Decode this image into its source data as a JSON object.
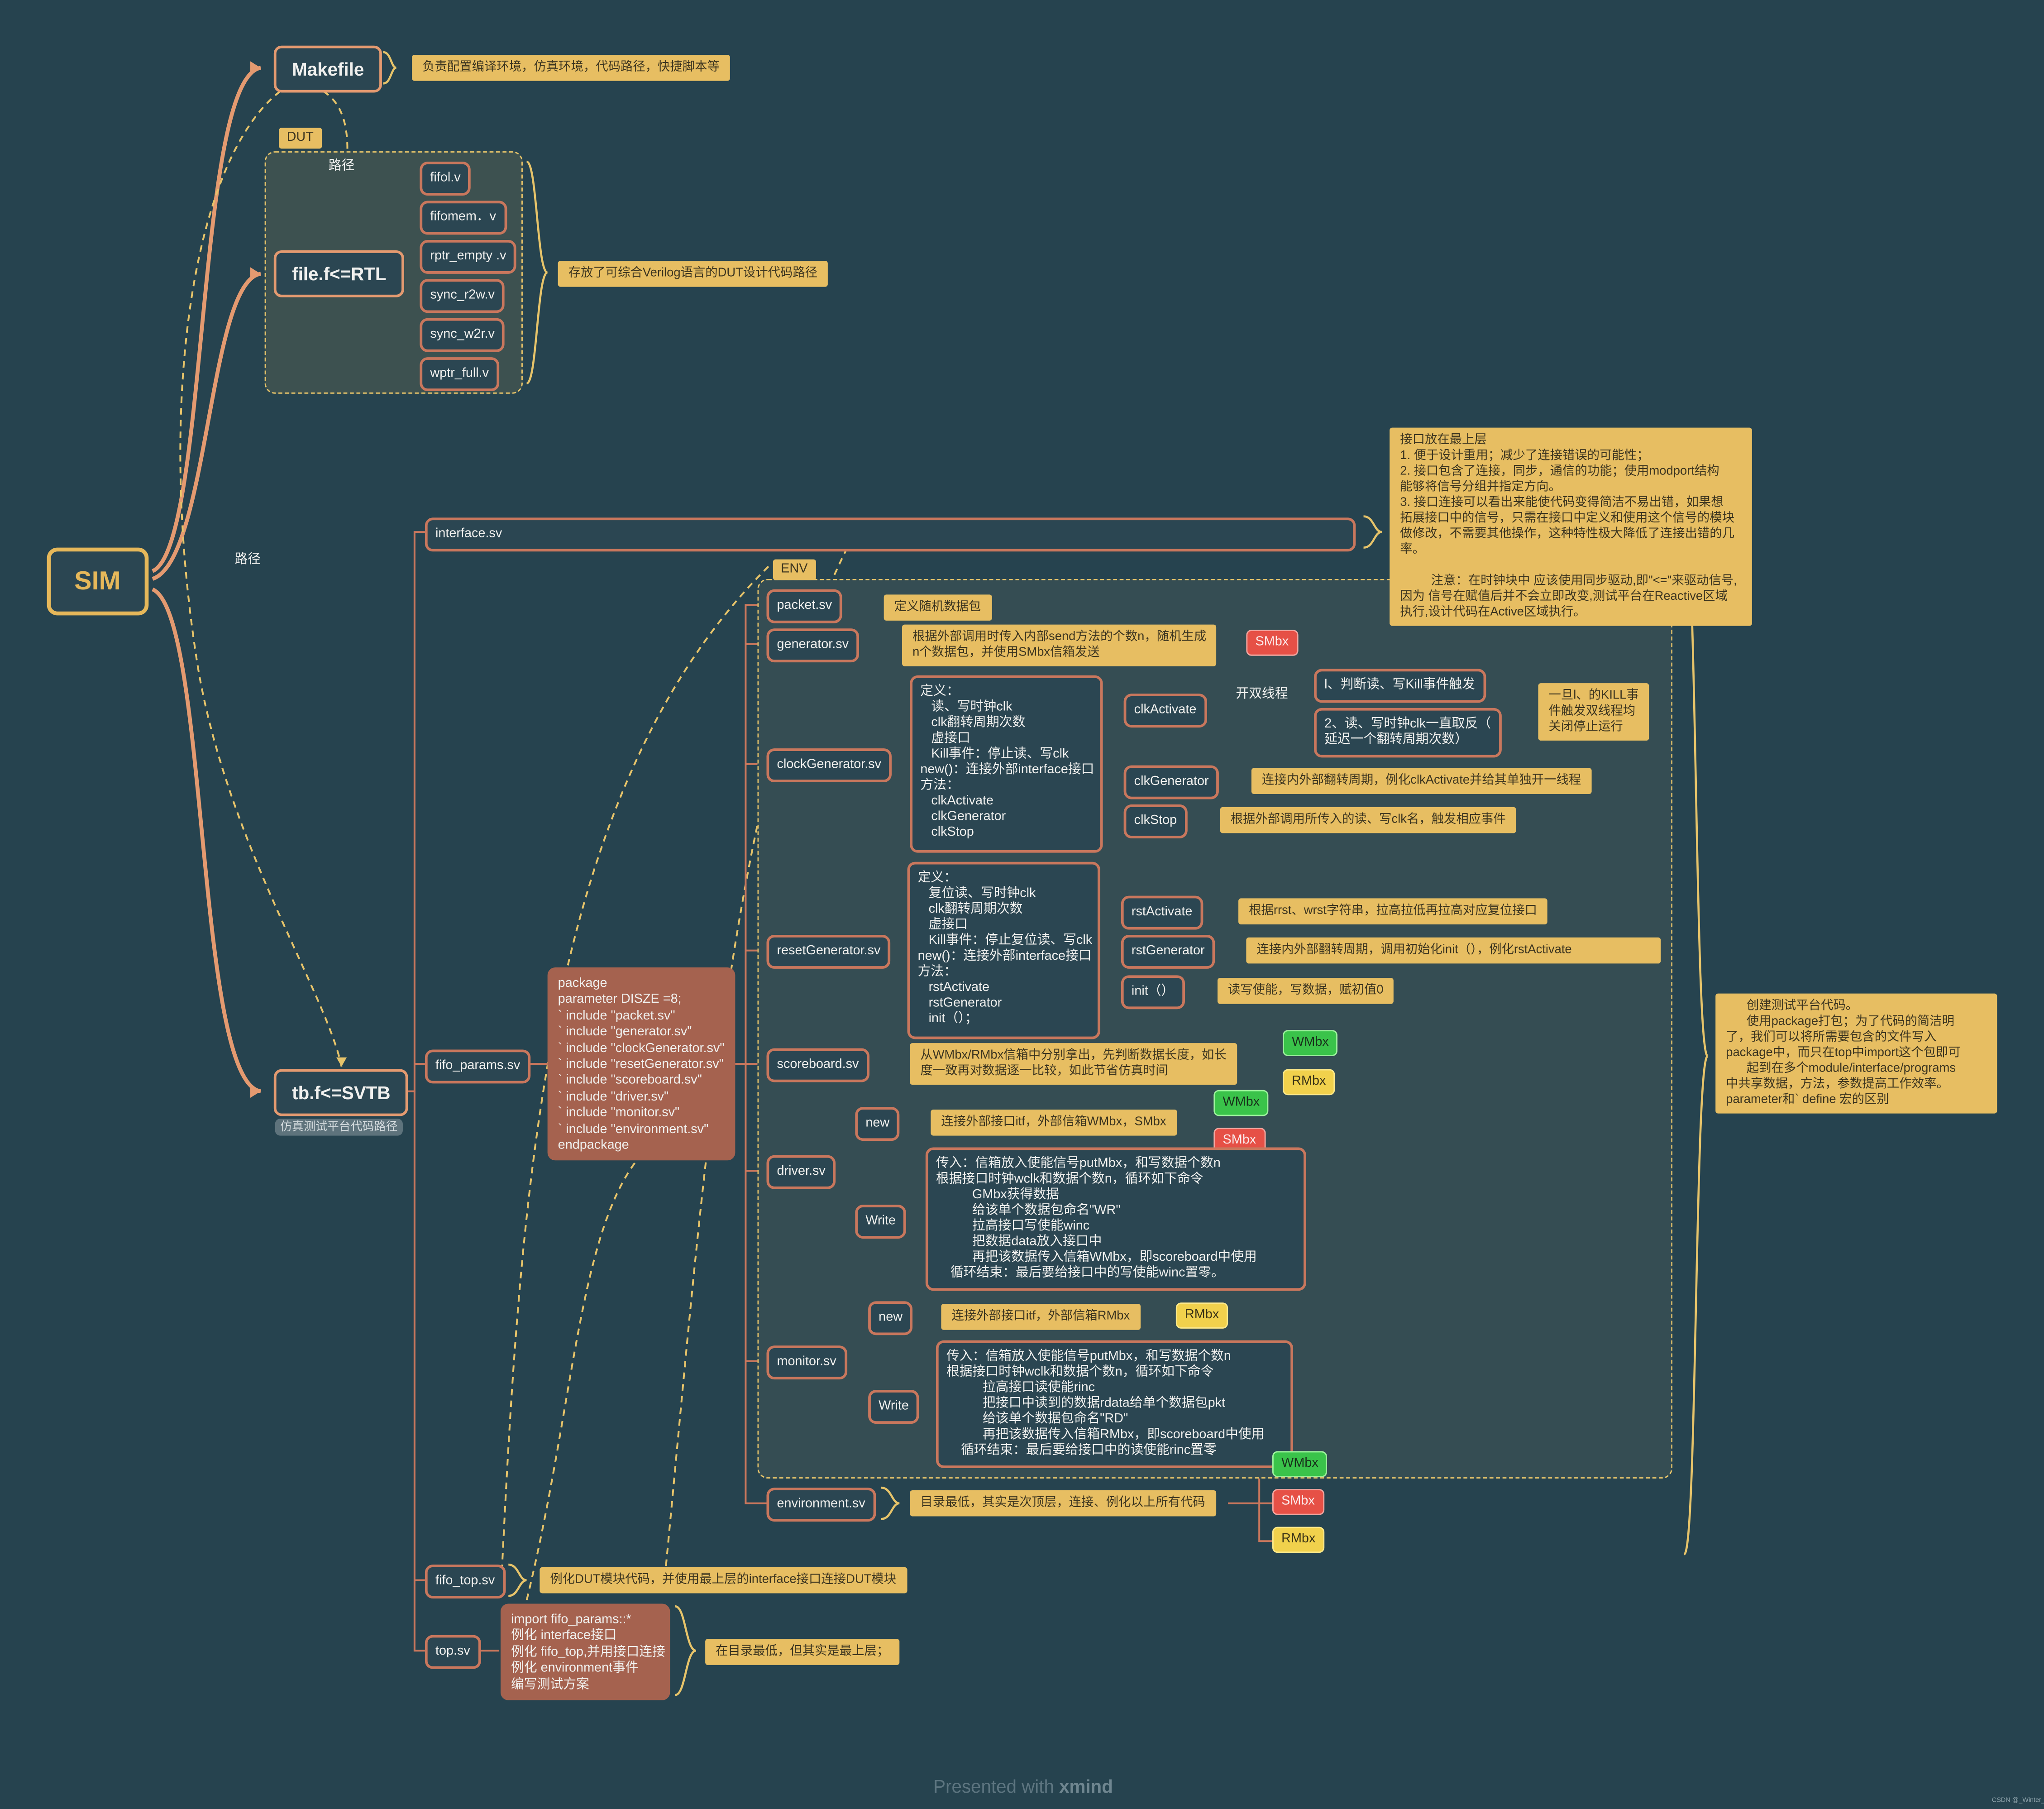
{
  "root": "SIM",
  "makefile": {
    "label": "Makefile",
    "note": "负责配置编译环境，仿真环境，代码路径，快捷脚本等"
  },
  "dut": {
    "tag": "DUT",
    "path_label": "路径",
    "file": "file.f<=RTL",
    "files": [
      "fifol.v",
      "fifomem．v",
      "rptr_empty .v",
      "sync_r2w.v",
      "sync_w2r.v",
      "wptr_full.v"
    ],
    "note": "存放了可综合Verilog语言的DUT设计代码路径"
  },
  "path_label_left": "路径",
  "tb": {
    "label": "tb.f<=SVTB",
    "caption": "仿真测试平台代码路径"
  },
  "interface": {
    "label": "interface.sv",
    "note": "接口放在最上层\n1. 便于设计重用；减少了连接错误的可能性；\n2. 接口包含了连接，同步，通信的功能；使用modport结构\n能够将信号分组并指定方向。\n3. 接口连接可以看出来能使代码变得简洁不易出错，如果想\n拓展接口中的信号，只需在接口中定义和使用这个信号的模块\n做修改，不需要其他操作，这种特性极大降低了连接出错的几\n率。\n\n         注意：在时钟块中 应该使用同步驱动,即\"<=\"来驱动信号,\n因为 信号在赋值后并不会立即改变,测试平台在Reactive区域\n执行,设计代码在Active区域执行。"
  },
  "fifo_params": {
    "label": "fifo_params.sv",
    "package": "package\nparameter DISZE =8;\n` include \"packet.sv\"\n` include \"generator.sv\"\n` include \"clockGenerator.sv\"\n` include \"resetGenerator.sv\"\n` include \"scoreboard.sv\"\n` include \"driver.sv\"\n` include \"monitor.sv\"\n` include \"environment.sv\"\nendpackage"
  },
  "env_tag": "ENV",
  "packet": {
    "label": "packet.sv",
    "note": "定义随机数据包"
  },
  "generator": {
    "label": "generator.sv",
    "note": "根据外部调用时传入内部send方法的个数n，随机生成\nn个数据包，并使用SMbx信箱发送",
    "mbx": "SMbx"
  },
  "clockgen": {
    "label": "clockGenerator.sv",
    "def": "定义：\n   读、写时钟clk\n   clk翻转周期次数\n   虚接口\n   Kill事件：停止读、写clk\nnew()：连接外部interface接口\n方法：\n   clkActivate\n   clkGenerator\n   clkStop",
    "clkActivate": "clkActivate",
    "thread_label": "开双线程",
    "thread1": "l、判断读、写Kill事件触发",
    "thread2": "2、读、写时钟clk一直取反（\n延迟一个翻转周期次数）",
    "kill_note": "一旦l、的KILL事\n件触发双线程均\n关闭停止运行",
    "clkGenerator": "clkGenerator",
    "clkGenerator_note": "连接内外部翻转周期，例化clkActivate并给其单独开一线程",
    "clkStop": "clkStop",
    "clkStop_note": "根据外部调用所传入的读、写clk名，触发相应事件"
  },
  "resetgen": {
    "label": "resetGenerator.sv",
    "def": "定义：\n   复位读、写时钟clk\n   clk翻转周期次数\n   虚接口\n   Kill事件：停止复位读、写clk\nnew()：连接外部interface接口\n方法：\n   rstActivate\n   rstGenerator\n   init（）；",
    "rstActivate": "rstActivate",
    "rstActivate_note": "根据rrst、wrst字符串，拉高拉低再拉高对应复位接口",
    "rstGenerator": "rstGenerator",
    "rstGenerator_note": "连接内外部翻转周期，调用初始化init（），例化rstActivate",
    "init": "init（）",
    "init_note": "读写使能，写数据，赋初值0"
  },
  "scoreboard": {
    "label": "scoreboard.sv",
    "note": "从WMbx/RMbx信箱中分别拿出，先判断数据长度，如长\n度一致再对数据逐一比较，如此节省仿真时间",
    "mbx1": "WMbx",
    "mbx2": "RMbx"
  },
  "driver": {
    "label": "driver.sv",
    "new": "new",
    "new_note": "连接外部接口itf，外部信箱WMbx，SMbx",
    "mbx1": "WMbx",
    "mbx2": "SMbx",
    "write": "Write",
    "write_box": "传入：信箱放入使能信号putMbx，和写数据个数n\n根据接口时钟wclk和数据个数n，循环如下命令\n          GMbx获得数据\n          给该单个数据包命名\"WR\"\n          拉高接口写使能winc\n          把数据data放入接口中\n          再把该数据传入信箱WMbx，即scoreboard中使用\n    循环结束：最后要给接口中的写使能winc置零。"
  },
  "monitor": {
    "label": "monitor.sv",
    "new": "new",
    "new_note": "连接外部接口itf，外部信箱RMbx",
    "mbx": "RMbx",
    "write": "Write",
    "write_box": "传入：信箱放入使能信号putMbx，和写数据个数n\n根据接口时钟wclk和数据个数n，循环如下命令\n          拉高接口读使能rinc\n          把接口中读到的数据rdata给单个数据包pkt\n          给该单个数据包命名\"RD\"\n          再把该数据传入信箱RMbx，即scoreboard中使用\n    循环结束：最后要给接口中的读使能rinc置零"
  },
  "environment": {
    "label": "environment.sv",
    "note": "目录最低，其实是次顶层，连接、例化以上所有代码",
    "mbx1": "WMbx",
    "mbx2": "SMbx",
    "mbx3": "RMbx"
  },
  "fifo_top": {
    "label": "fifo_top.sv",
    "note": "例化DUT模块代码，并使用最上层的interface接口连接DUT模块"
  },
  "top": {
    "label": "top.sv",
    "box": "import fifo_params::*\n例化 interface接口\n例化 fifo_top,并用接口连接\n例化 environment事件\n编写测试方案",
    "note": "在目录最低，但其实是最上层；"
  },
  "tb_note": "      创建测试平台代码。\n      使用package打包；为了代码的简洁明\n了，我们可以将所需要包含的文件写入\npackage中，而只在top中import这个包即可\n      起到在多个module/interface/programs\n中共享数据，方法，参数提高工作效率。\nparameter和` define 宏的区别",
  "watermark_pre": "Presented with ",
  "watermark_brand": "xmind",
  "corner_text": "CSDN @_Winter_",
  "colors": {
    "background": "#26434f",
    "node_border": "#c9775d",
    "note": "#e7be62",
    "root": "#e6b85a",
    "dashed": "#e7c46a"
  }
}
